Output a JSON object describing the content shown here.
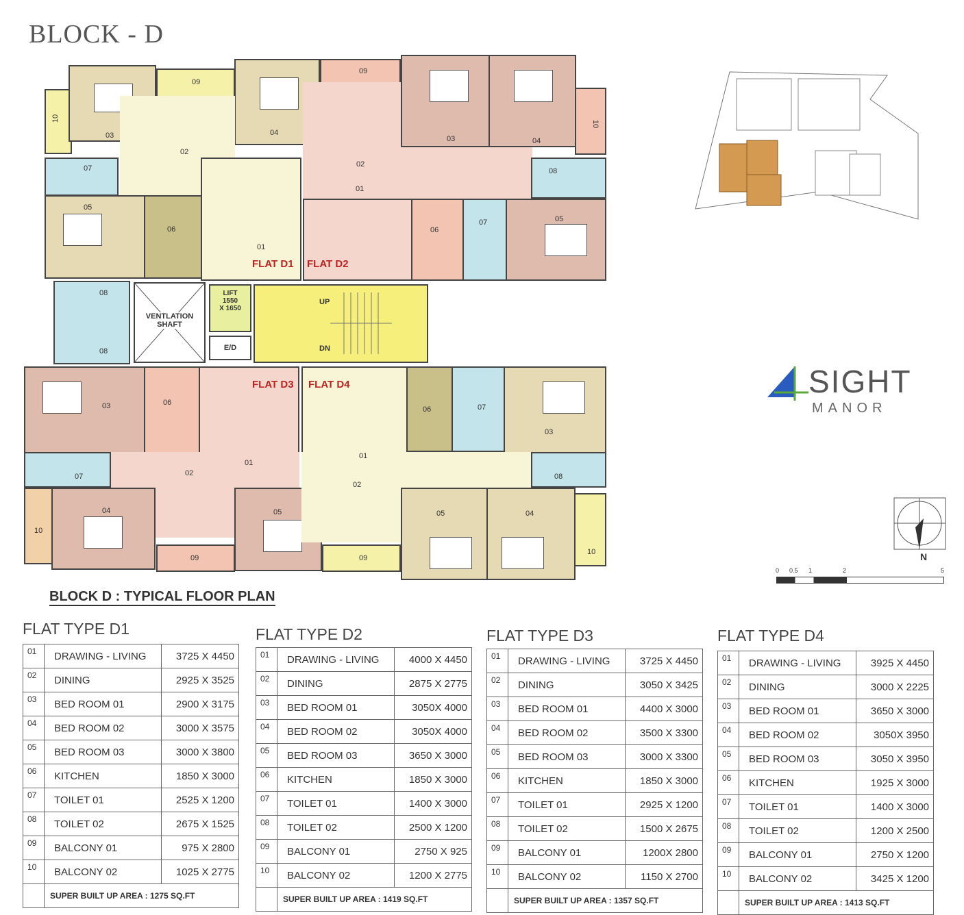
{
  "title": "BLOCK - D",
  "plan": {
    "title": "BLOCK D : TYPICAL FLOOR PLAN",
    "room_codes": [
      "01",
      "02",
      "03",
      "04",
      "05",
      "06",
      "07",
      "08",
      "09",
      "10"
    ],
    "flats": [
      "FLAT D1",
      "FLAT D2",
      "FLAT D3",
      "FLAT D4"
    ],
    "lift": [
      "LIFT",
      "1550",
      "X 1650"
    ],
    "ventilation": [
      "VENTLATION",
      "SHAFT"
    ],
    "ed": "E/D",
    "up": "UP",
    "dn": "DN"
  },
  "logo": {
    "line1": "SIGHT",
    "line2": "MANOR",
    "accent": "#2a5bbf",
    "green": "#5aa83a"
  },
  "compass": {
    "label": "N"
  },
  "scale": {
    "labels": [
      "0",
      "0.5",
      "1",
      "2",
      "5"
    ]
  },
  "colors": {
    "bed_beige": "#e6dab4",
    "yellow": "#f6f1a9",
    "pale_yellow": "#f8f4d6",
    "pink": "#f4d6cc",
    "pink_brown": "#dfbbae",
    "salmon": "#f2c4b1",
    "blue": "#c3e4ea",
    "olive": "#c8bf89",
    "stair": "#f6ef7b"
  },
  "flat_types": [
    {
      "title": "FLAT TYPE D1",
      "area": "SUPER BUILT UP AREA : 1275 SQ.FT",
      "rows": [
        [
          "01",
          "DRAWING  - LIVING",
          "3725 X 4450"
        ],
        [
          "02",
          "DINING",
          "2925 X 3525"
        ],
        [
          "03",
          "BED ROOM 01",
          "2900 X 3175"
        ],
        [
          "04",
          "BED ROOM 02",
          "3000 X 3575"
        ],
        [
          "05",
          "BED ROOM 03",
          "3000 X 3800"
        ],
        [
          "06",
          "KITCHEN",
          "1850 X 3000"
        ],
        [
          "07",
          "TOILET 01",
          "2525 X 1200"
        ],
        [
          "08",
          "TOILET 02",
          "2675 X 1525"
        ],
        [
          "09",
          "BALCONY 01",
          "975 X 2800"
        ],
        [
          "10",
          "BALCONY 02",
          "1025 X 2775"
        ]
      ]
    },
    {
      "title": "FLAT TYPE D2",
      "area": "SUPER BUILT UP AREA : 1419 SQ.FT",
      "rows": [
        [
          "01",
          "DRAWING  - LIVING",
          "4000 X 4450"
        ],
        [
          "02",
          "DINING",
          "2875 X 2775"
        ],
        [
          "03",
          "BED ROOM 01",
          "3050X 4000"
        ],
        [
          "04",
          "BED ROOM 02",
          "3050X 4000"
        ],
        [
          "05",
          "BED ROOM 03",
          "3650 X 3000"
        ],
        [
          "06",
          "KITCHEN",
          "1850 X 3000"
        ],
        [
          "07",
          "TOILET 01",
          "1400 X 3000"
        ],
        [
          "08",
          "TOILET 02",
          "2500 X 1200"
        ],
        [
          "09",
          "BALCONY 01",
          "2750 X 925"
        ],
        [
          "10",
          "BALCONY 02",
          "1200 X 2775"
        ]
      ]
    },
    {
      "title": "FLAT TYPE D3",
      "area": "SUPER BUILT UP AREA : 1357 SQ.FT",
      "rows": [
        [
          "01",
          "DRAWING  - LIVING",
          "3725 X 4450"
        ],
        [
          "02",
          "DINING",
          "3050 X 3425"
        ],
        [
          "03",
          "BED ROOM 01",
          "4400 X 3000"
        ],
        [
          "04",
          "BED ROOM 02",
          "3500 X 3300"
        ],
        [
          "05",
          "BED ROOM 03",
          "3000 X 3300"
        ],
        [
          "06",
          "KITCHEN",
          "1850 X 3000"
        ],
        [
          "07",
          "TOILET 01",
          "2925 X 1200"
        ],
        [
          "08",
          "TOILET 02",
          "1500 X 2675"
        ],
        [
          "09",
          "BALCONY 01",
          "1200X 2800"
        ],
        [
          "10",
          "BALCONY 02",
          "1150 X 2700"
        ]
      ]
    },
    {
      "title": "FLAT TYPE D4",
      "area": "SUPER BUILT UP AREA : 1413 SQ.FT",
      "rows": [
        [
          "01",
          "DRAWING  - LIVING",
          "3925 X 4450"
        ],
        [
          "02",
          "DINING",
          "3000 X 2225"
        ],
        [
          "03",
          "BED ROOM 01",
          "3650 X 3000"
        ],
        [
          "04",
          "BED ROOM 02",
          "3050X 3950"
        ],
        [
          "05",
          "BED ROOM 03",
          "3050 X 3950"
        ],
        [
          "06",
          "KITCHEN",
          "1925 X 3000"
        ],
        [
          "07",
          "TOILET 01",
          "1400 X 3000"
        ],
        [
          "08",
          "TOILET 02",
          "1200 X 2500"
        ],
        [
          "09",
          "BALCONY 01",
          "2750 X 1200"
        ],
        [
          "10",
          "BALCONY 02",
          "3425 X 1200"
        ]
      ]
    }
  ]
}
